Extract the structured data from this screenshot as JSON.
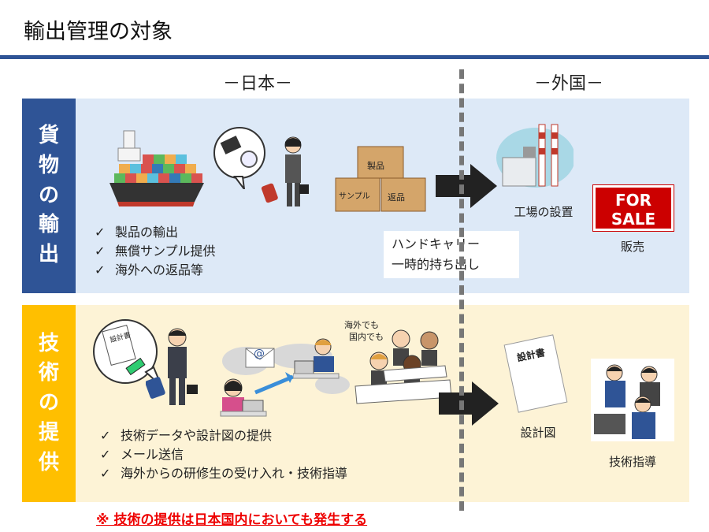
{
  "title": "輸出管理の対象",
  "regions": {
    "japan": "－日本－",
    "foreign": "－外国－"
  },
  "goods": {
    "side_label": [
      "貨",
      "物",
      "の",
      "輸",
      "出"
    ],
    "checklist": [
      "製品の輸出",
      "無償サンプル提供",
      "海外への返品等"
    ],
    "box_labels": [
      "製品",
      "サンプル",
      "返品"
    ],
    "handcarry": [
      "ハンドキャリー",
      "一時的持ち出し"
    ],
    "factory_caption": "工場の設置",
    "sale_sign": [
      "FOR",
      "SALE"
    ],
    "sale_caption": "販売"
  },
  "tech": {
    "side_label": [
      "技",
      "術",
      "の",
      "提",
      "供"
    ],
    "checklist": [
      "技術データや設計図の提供",
      "メール送信",
      "海外からの研修生の受け入れ・技術指導"
    ],
    "doc_label": "設計書",
    "bubble_text": [
      "海外でも",
      "国内でも"
    ],
    "email_symbol": "@",
    "design_caption": "設計図",
    "design_doc_label": "設計書",
    "guidance_caption": "技術指導"
  },
  "note": "※ 技術の提供は日本国内においても発生する",
  "colors": {
    "rule": "#2f5496",
    "goods_side": "#2f5496",
    "tech_side": "#ffbf00",
    "goods_bg": "#dde9f7",
    "tech_bg": "#fdf3d6",
    "note": "#e00000"
  }
}
